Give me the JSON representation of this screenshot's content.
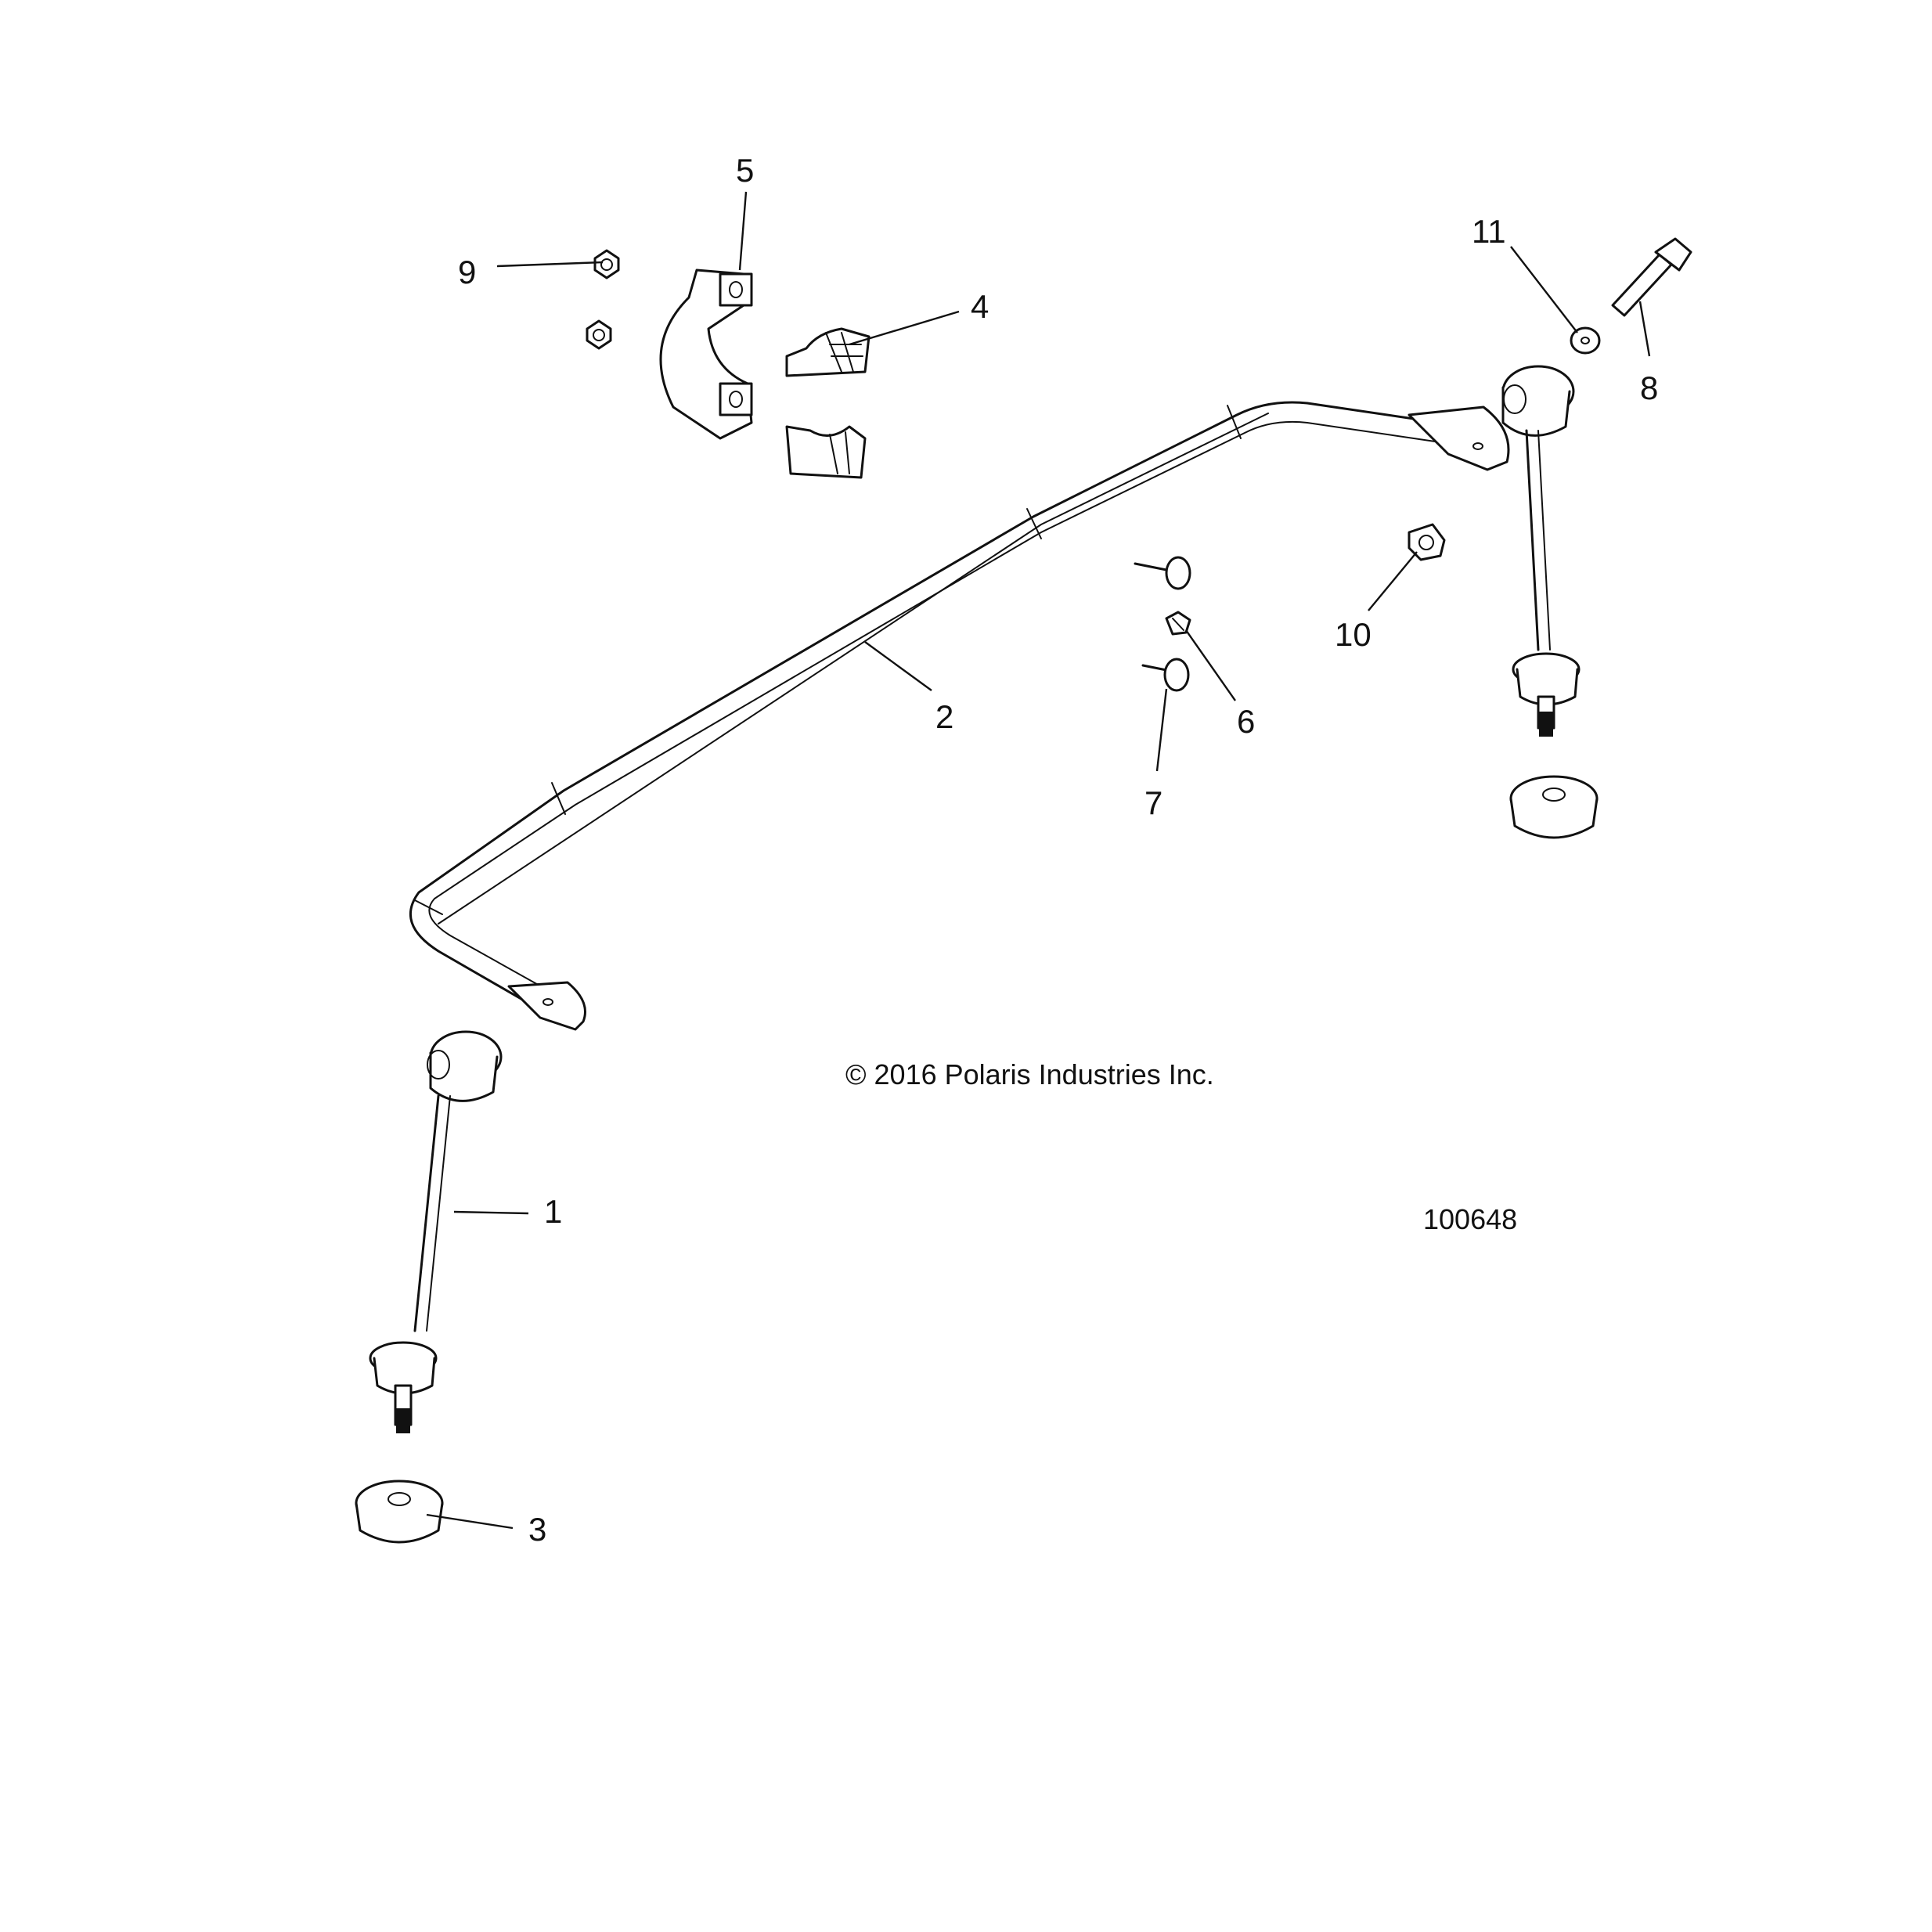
{
  "callouts": {
    "c1": "1",
    "c2": "2",
    "c3": "3",
    "c4": "4",
    "c5": "5",
    "c6": "6",
    "c7": "7",
    "c8": "8",
    "c9": "9",
    "c10": "10",
    "c11": "11"
  },
  "copyright": "© 2016 Polaris Industries Inc.",
  "figure_number": "100648"
}
